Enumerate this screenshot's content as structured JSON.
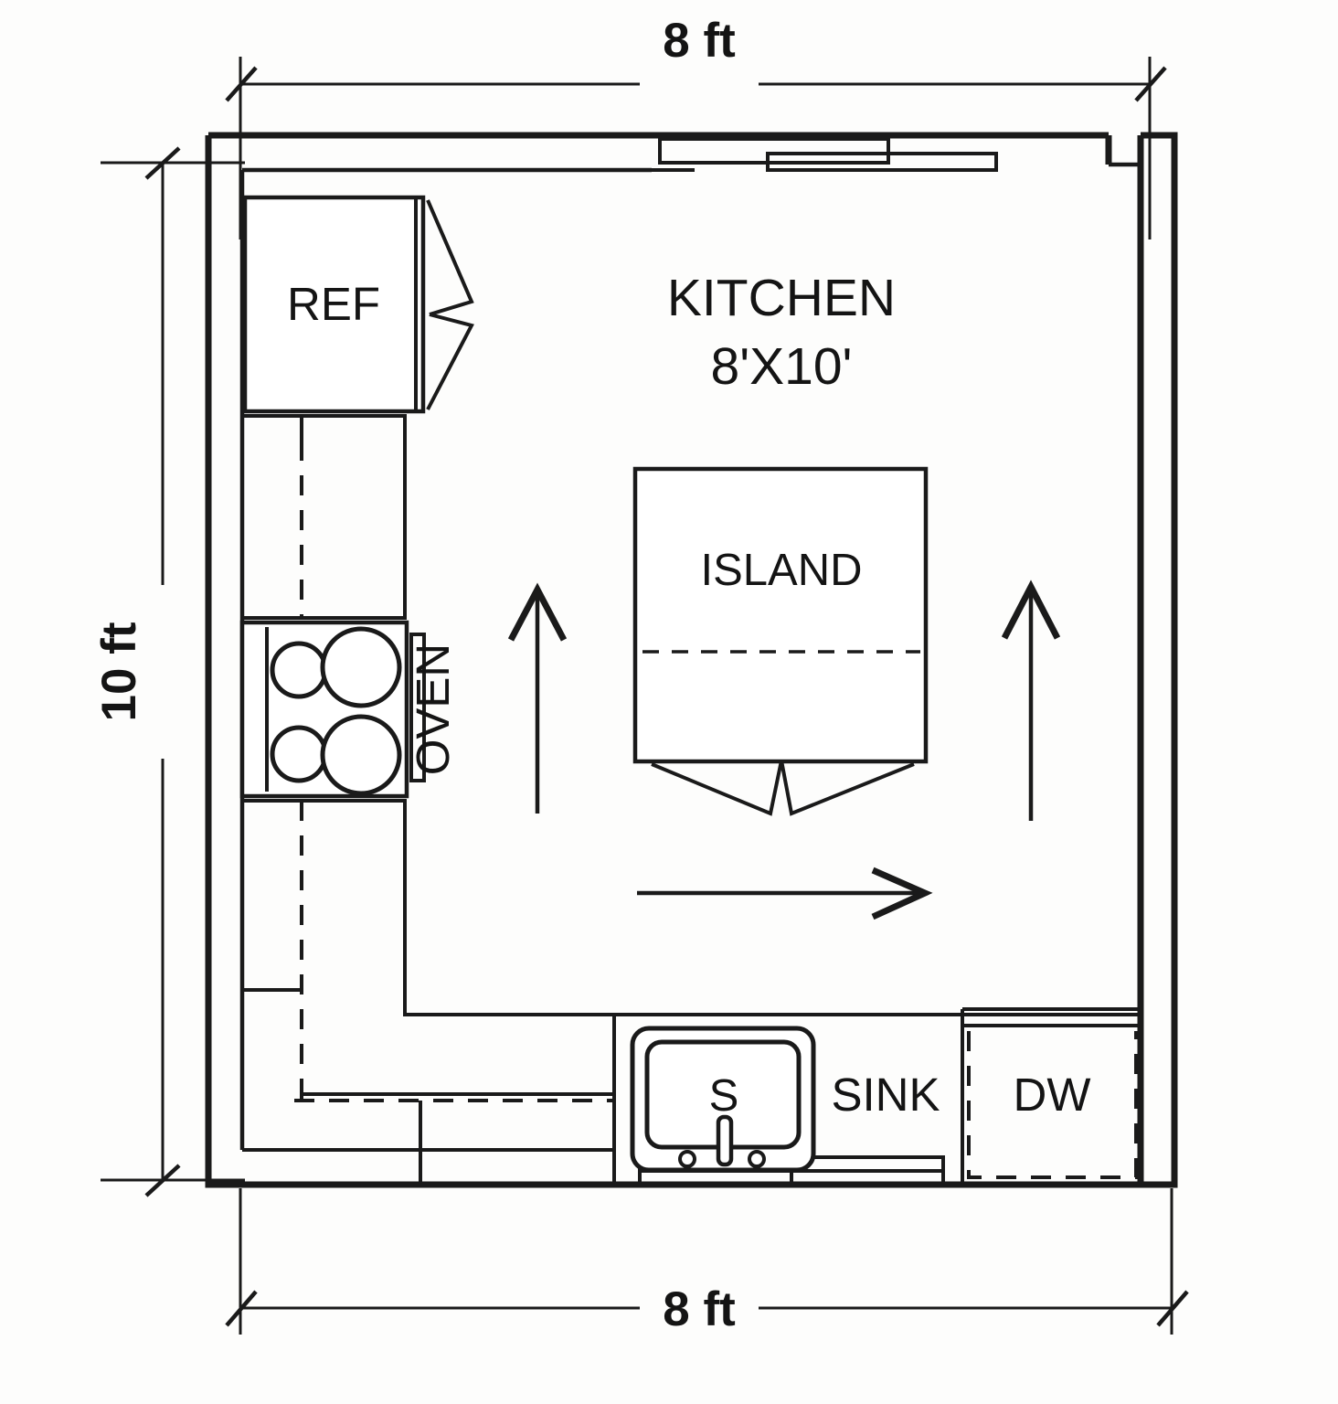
{
  "drawing": {
    "type": "architectural-floor-plan",
    "title": "KITCHEN",
    "subtitle": "8'X10'",
    "background_color": "#fdfdfc",
    "line_color": "#1a1a1a"
  },
  "dimensions": {
    "top": "8 ft",
    "bottom": "8 ft",
    "left": "10 ft"
  },
  "labels": {
    "refrigerator": "REF",
    "oven": "OVEN",
    "island": "ISLAND",
    "sink": "SINK",
    "sink_symbol": "S",
    "dishwasher": "DW"
  },
  "fixtures": [
    {
      "name": "refrigerator",
      "label": "REF",
      "symbol": "box-with-door-swing"
    },
    {
      "name": "range-oven",
      "label": "OVEN",
      "symbol": "four-burner-cooktop"
    },
    {
      "name": "island",
      "label": "ISLAND",
      "symbol": "rectangle-dashed-center"
    },
    {
      "name": "sink",
      "label": "SINK",
      "symbol": "basin-with-faucet"
    },
    {
      "name": "dishwasher",
      "label": "DW",
      "symbol": "dashed-rectangle"
    }
  ],
  "openings": [
    {
      "name": "top-window",
      "wall": "north",
      "symbol": "sliding-window"
    },
    {
      "name": "top-right-doorway",
      "wall": "north-east",
      "symbol": "wall-return"
    },
    {
      "name": "bottom-window",
      "wall": "south",
      "symbol": "double-window"
    }
  ],
  "annotations": {
    "arrows": [
      {
        "name": "traffic-arrow-left",
        "direction": "up"
      },
      {
        "name": "traffic-arrow-right",
        "direction": "up"
      },
      {
        "name": "traffic-arrow-center",
        "direction": "right"
      }
    ]
  }
}
